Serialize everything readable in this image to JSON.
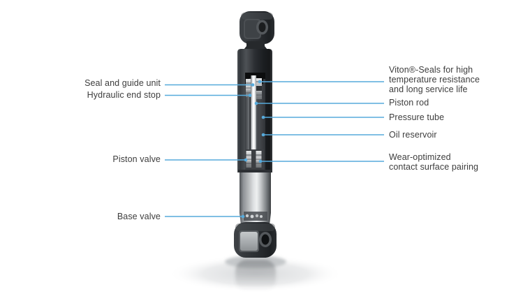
{
  "diagram": {
    "type": "Shock absorber cutaway diagram",
    "accent_color": "#56aadb",
    "text_color": "#3d3d3d",
    "illustration": "shock-absorber-cutaway",
    "labels": {
      "left": [
        {
          "text": "Seal and guide unit"
        },
        {
          "text": "Hydraulic end stop"
        },
        {
          "text": "Piston valve"
        },
        {
          "text": "Base valve"
        }
      ],
      "right": [
        {
          "text": "Viton®-Seals for high\ntemperature resistance\nand long service life"
        },
        {
          "text": "Piston rod"
        },
        {
          "text": "Pressure tube"
        },
        {
          "text": "Oil reservoir"
        },
        {
          "text": "Wear-optimized\ncontact surface pairing"
        }
      ]
    }
  }
}
